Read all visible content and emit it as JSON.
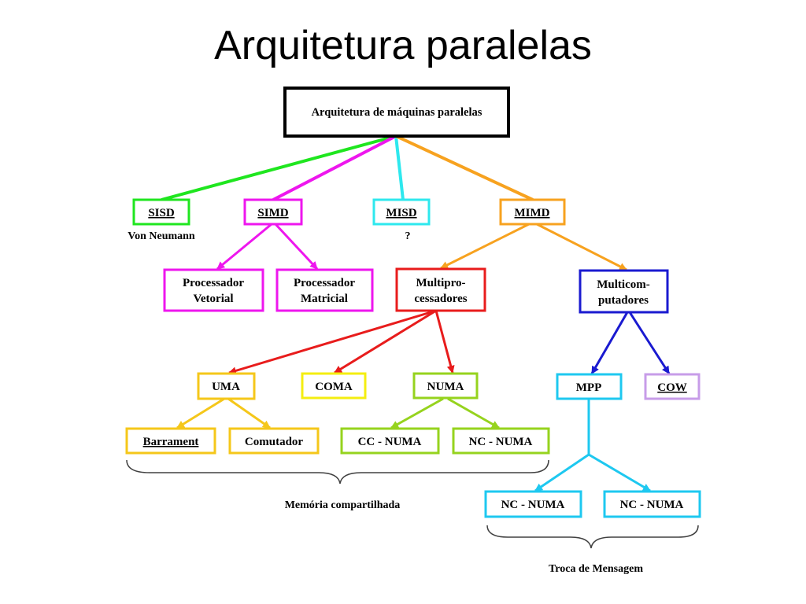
{
  "title": "Arquitetura paralelas",
  "nodes": {
    "root": [
      "Arquitetura de máquinas paralelas"
    ],
    "sisd": [
      "SISD"
    ],
    "simd": [
      "SIMD"
    ],
    "misd": [
      "MISD"
    ],
    "mimd": [
      "MIMD"
    ],
    "proc_vet": [
      "Processador",
      "Vetorial"
    ],
    "proc_mat": [
      "Processador",
      "Matricial"
    ],
    "multiproc": [
      "Multipro-",
      "cessadores"
    ],
    "multicomp": [
      "Multicom-",
      "putadores"
    ],
    "uma": [
      "UMA"
    ],
    "coma": [
      "COMA"
    ],
    "numa": [
      "NUMA"
    ],
    "mpp": [
      "MPP"
    ],
    "cow": [
      "COW"
    ],
    "barrament": [
      "Barrament"
    ],
    "comutador": [
      "Comutador"
    ],
    "cc_numa": [
      "CC - NUMA"
    ],
    "nc_numa_1": [
      "NC - NUMA"
    ],
    "nc_numa_2": [
      "NC - NUMA"
    ],
    "nc_numa_3": [
      "NC - NUMA"
    ]
  },
  "notes": {
    "von_neumann": "Von Neumann",
    "misd_unknown": "?",
    "shared_memory": "Memória compartilhada",
    "message_passing": "Troca de Mensagem"
  },
  "colors": {
    "black": "#000000",
    "green": "#1fe61f",
    "magenta": "#ee16ee",
    "cyan": "#2ee8ee",
    "orange": "#f7a21f",
    "red": "#e81c1c",
    "blue": "#1a1ad0",
    "yellow_orange": "#f5c71a",
    "yellow": "#f4ee10",
    "lime": "#96d31e",
    "sky": "#1ec8f0",
    "lavender": "#c79ce8",
    "bracket": "#404040"
  }
}
